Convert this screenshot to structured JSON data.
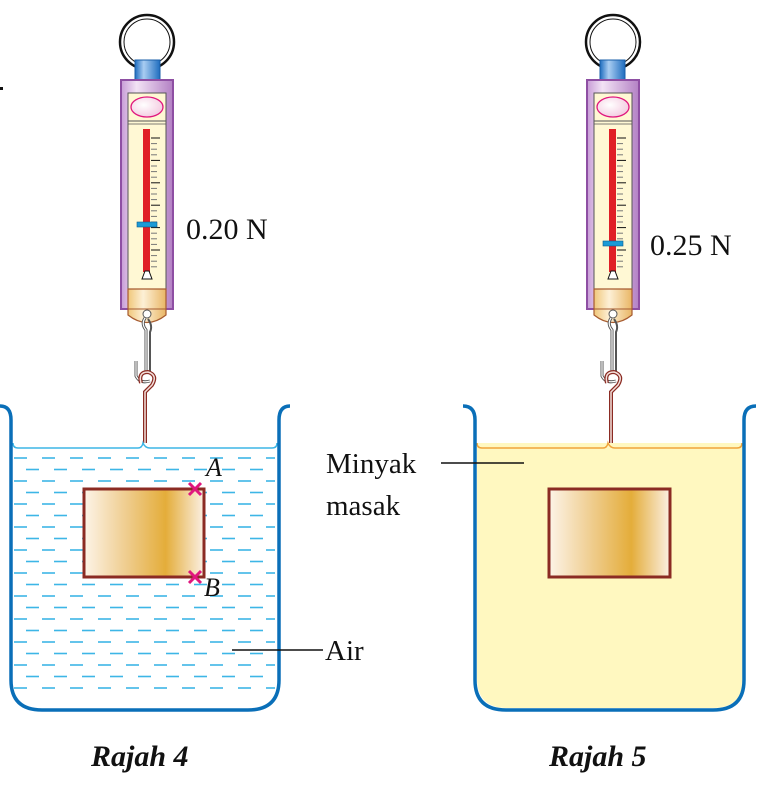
{
  "figures": [
    {
      "id": "rajah-4",
      "caption": "Rajah 4",
      "spring_balance_reading": "0.20 N",
      "reading_value_newton": 0.2,
      "liquid_label": "Air",
      "liquid_color": "#4cc3ec",
      "points": [
        {
          "label": "A",
          "position": "top-right corner of block"
        },
        {
          "label": "B",
          "position": "bottom-right corner of block"
        }
      ]
    },
    {
      "id": "rajah-5",
      "caption": "Rajah 5",
      "spring_balance_reading": "0.25 N",
      "reading_value_newton": 0.25,
      "liquid_label_line1": "Minyak",
      "liquid_label_line2": "masak",
      "liquid_color": "#fff8c0"
    }
  ],
  "colors": {
    "beaker": "#0a6fb8",
    "balance_body": "#b98cc7",
    "balance_cap": "#2a79c8",
    "scale_bar": "#e01f26",
    "pointer": "#1b9ad6",
    "block_border": "#8b2b23",
    "block_fill": "#e5ae3c",
    "marker": "#e0177e"
  }
}
